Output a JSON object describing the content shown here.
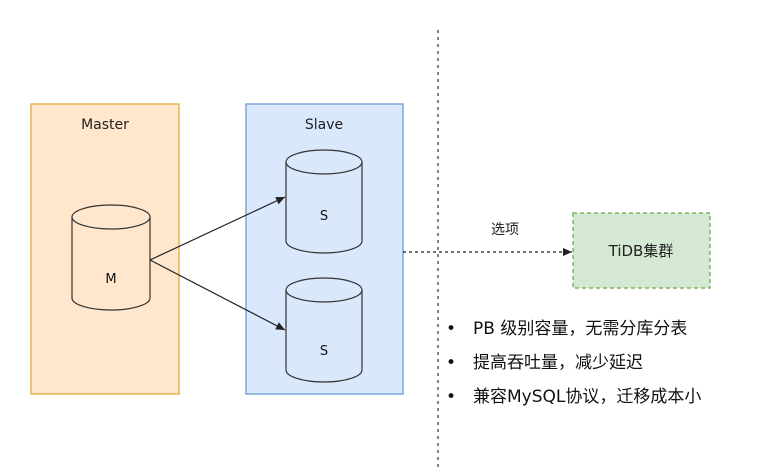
{
  "master": {
    "title": "Master",
    "db_label": "M"
  },
  "slave": {
    "title": "Slave",
    "db_top_label": "S",
    "db_bottom_label": "S"
  },
  "edge": {
    "label": "选项"
  },
  "tidb": {
    "label": "TiDB集群"
  },
  "bullets": [
    "PB 级别容量，无需分库分表",
    "提高吞吐量，减少延迟",
    "兼容MySQL协议，迁移成本小"
  ],
  "colors": {
    "master_fill": "#ffe6cc",
    "master_stroke": "#e6b74f",
    "slave_fill": "#dae8fc",
    "slave_stroke": "#7ea6e0",
    "tidb_fill": "#d5e8d4",
    "tidb_stroke": "#82b366"
  }
}
